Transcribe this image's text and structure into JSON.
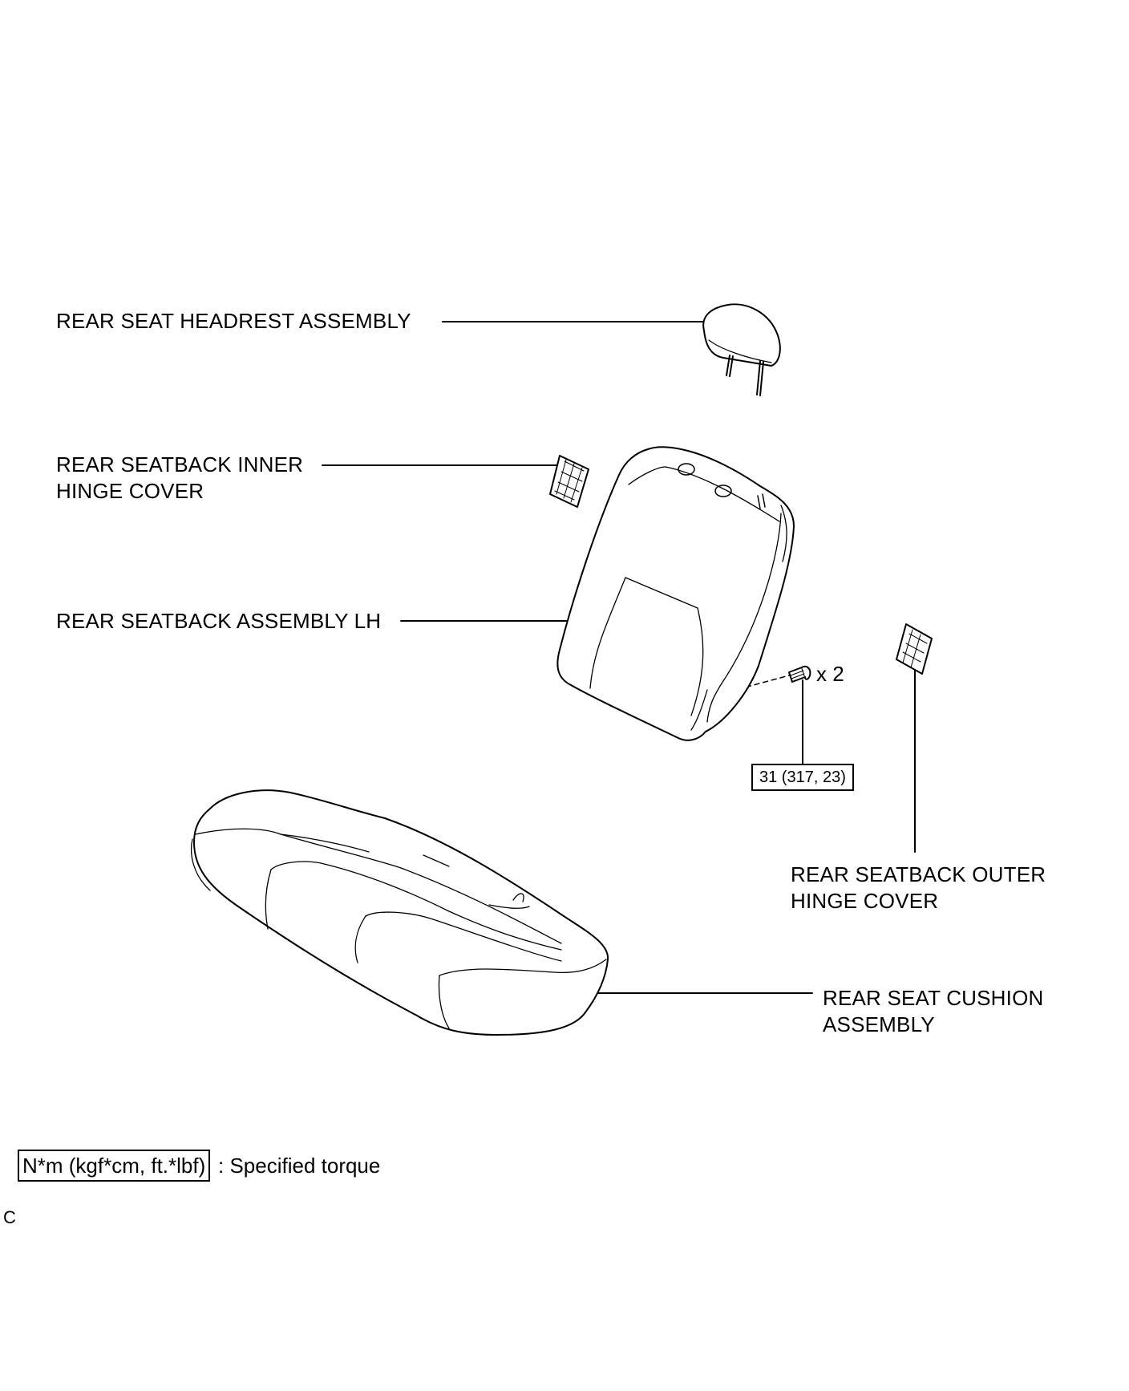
{
  "labels": {
    "headrest": "REAR SEAT HEADREST ASSEMBLY",
    "inner_hinge_line1": "REAR SEATBACK INNER",
    "inner_hinge_line2": "HINGE COVER",
    "seatback_lh": "REAR SEATBACK ASSEMBLY LH",
    "outer_hinge_line1": "REAR SEATBACK OUTER",
    "outer_hinge_line2": "HINGE COVER",
    "cushion_line1": "REAR SEAT CUSHION",
    "cushion_line2": "ASSEMBLY"
  },
  "bolt": {
    "quantity": "x 2",
    "torque": "31 (317, 23)"
  },
  "legend": {
    "unit": "N*m (kgf*cm, ft.*lbf)",
    "description": ": Specified torque"
  },
  "figure_code": "C"
}
